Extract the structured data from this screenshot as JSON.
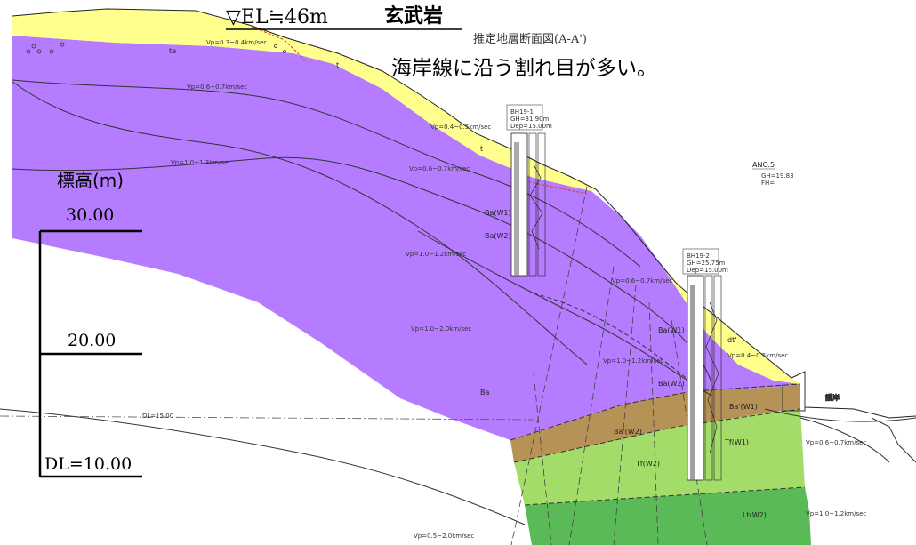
{
  "header": {
    "elevation_note": "▽EL≒46m",
    "rock_name": "玄武岩",
    "section_title": "推定地層断面図(A-A')",
    "observation": "海岸線に沿う割れ目が多い。"
  },
  "scale": {
    "title": "標高(m)",
    "ticks": [
      "30.00",
      "20.00",
      "DL=10.00"
    ]
  },
  "section_labels": {
    "ano": "ANO.5",
    "ano_gh": "GH=19.83",
    "ano_fh": "FH=",
    "dl_line": "DL=15.00",
    "seawall": "護岸"
  },
  "boreholes": [
    {
      "id": "BH19-1",
      "gh": "GH=31.90m",
      "dep": "Dep=15.00m"
    },
    {
      "id": "BH19-2",
      "gh": "GH=25.75m",
      "dep": "Dep=15.00m"
    }
  ],
  "units": {
    "te": "te",
    "t1": "t",
    "t2": "t",
    "dtp": "dt'",
    "ba_w1_upper": "Ba(W1)",
    "ba_w2_upper": "Ba(W2)",
    "ba_w1_lower": "Ba(W1)",
    "ba_w2_lower": "Ba(W2)",
    "ba": "Ba",
    "bap_w1": "Ba'(W1)",
    "bap_w2": "Ba'(W2)",
    "tf_w1": "Tf(W1)",
    "tf_w2": "Tf(W2)",
    "lt_w2": "Lt(W2)"
  },
  "velocities": {
    "v01": "Vp=0.3~0.4km/sec",
    "v02": "Vp=0.6~0.7km/sec",
    "v03": "Vp=1.0~1.3km/sec",
    "v04": "Vp=0.4~0.5km/sec",
    "v05": "Vp=0.6~0.7km/sec",
    "v06": "Vp=1.0~1.2km/sec",
    "v07": "Vp=0.6~0.7km/sec",
    "v08": "Vp=1.0~2.0km/sec",
    "v09": "Vp=1.0~1.2km/sec",
    "v10": "Vp=0.4~0.5km/sec",
    "v11": "Vp=0.6~0.7km/sec",
    "v12": "Vp=1.0~1.2km/sec",
    "v13": "Vp=0.5~2.0km/sec"
  },
  "colors": {
    "basalt": "#b57cff",
    "basalt_weathered": "#ad76f6",
    "topsoil": "#ffff8e",
    "ba_prime": "#b79257",
    "tf": "#a4dc69",
    "lt": "#5aba57",
    "scale_line": "#000000"
  }
}
